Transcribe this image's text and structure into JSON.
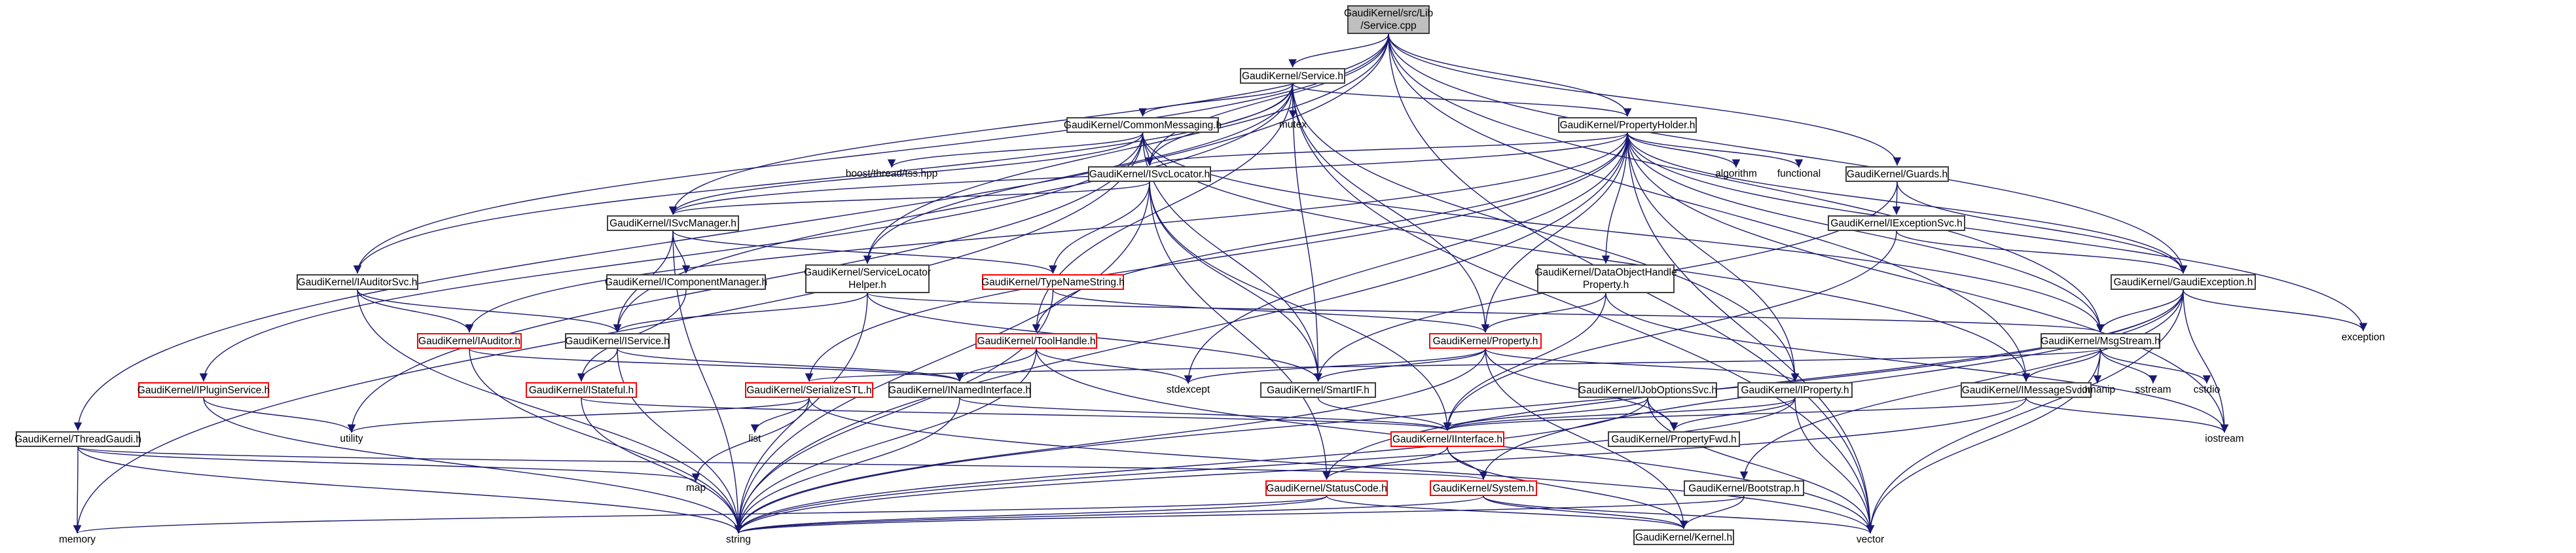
{
  "colors": {
    "edge": "#191970",
    "node_border": "#404040",
    "link_border": "#ff0000",
    "root_fill": "#bfbfbf"
  },
  "nodes": {
    "root": "GaudiKernel/src/Lib\n/Service.cpp",
    "service_h": "GaudiKernel/Service.h",
    "common_messaging": "GaudiKernel/CommonMessaging.h",
    "property_holder": "GaudiKernel/PropertyHolder.h",
    "isvc_locator": "GaudiKernel/ISvcLocator.h",
    "guards": "GaudiKernel/Guards.h",
    "isvc_manager": "GaudiKernel/ISvcManager.h",
    "exception_svc": "GaudiKernel/IExceptionSvc.h",
    "auditor_svc": "GaudiKernel/IAuditorSvc.h",
    "icomponent_manager": "GaudiKernel/IComponentManager.h",
    "service_locator_helper": "GaudiKernel/ServiceLocator\nHelper.h",
    "type_name_string": "GaudiKernel/TypeNameString.h",
    "data_object_handle_property": "GaudiKernel/DataObjectHandle\nProperty.h",
    "gaudi_exception": "GaudiKernel/GaudiException.h",
    "iauditor": "GaudiKernel/IAuditor.h",
    "iservice": "GaudiKernel/IService.h",
    "tool_handle": "GaudiKernel/ToolHandle.h",
    "property_h": "GaudiKernel/Property.h",
    "msg_stream": "GaudiKernel/MsgStream.h",
    "iplugin_service": "GaudiKernel/IPluginService.h",
    "istateful": "GaudiKernel/IStateful.h",
    "serialize_stl": "GaudiKernel/SerializeSTL.h",
    "inamed_interface": "GaudiKernel/INamedInterface.h",
    "smart_if": "GaudiKernel/SmartIF.h",
    "ijob_options_svc": "GaudiKernel/IJobOptionsSvc.h",
    "iproperty": "GaudiKernel/IProperty.h",
    "imessage_svc": "GaudiKernel/IMessageSvc.h",
    "thread_gaudi": "GaudiKernel/ThreadGaudi.h",
    "iinterface": "GaudiKernel/IInterface.h",
    "property_fwd": "GaudiKernel/PropertyFwd.h",
    "status_code": "GaudiKernel/StatusCode.h",
    "system_h": "GaudiKernel/System.h",
    "bootstrap": "GaudiKernel/Bootstrap.h",
    "kernel": "GaudiKernel/Kernel.h"
  },
  "leaves": {
    "mutex": "mutex",
    "boost_tss": "boost/thread/tss.hpp",
    "algorithm": "algorithm",
    "functional": "functional",
    "exception": "exception",
    "stdexcept": "stdexcept",
    "iomanip": "iomanip",
    "sstream": "sstream",
    "cstdio": "cstdio",
    "utility": "utility",
    "list": "list",
    "iostream": "iostream",
    "map": "map",
    "memory": "memory",
    "string": "string",
    "vector": "vector"
  }
}
